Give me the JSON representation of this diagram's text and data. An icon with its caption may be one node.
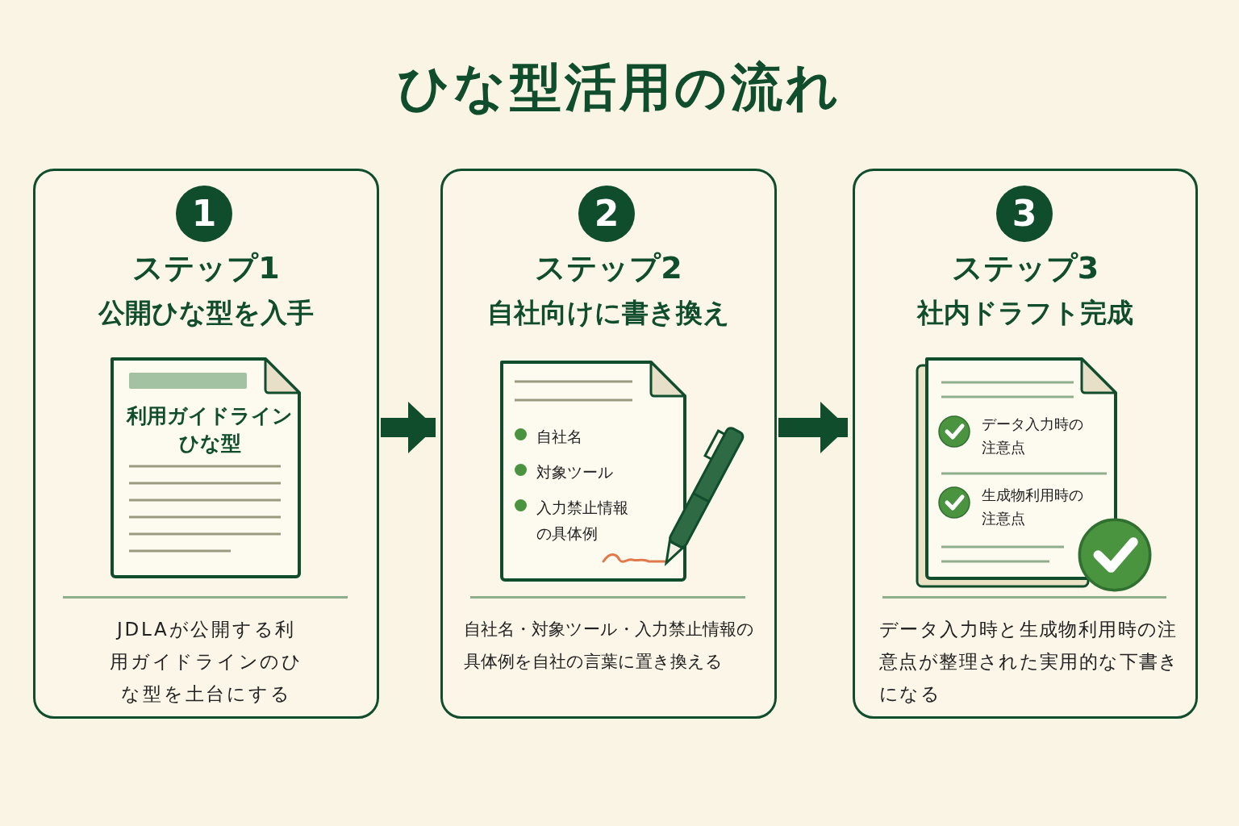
{
  "diagram": {
    "title": "ひな型活用の流れ",
    "nodes": [
      {
        "text": [
          "ステップ1",
          "公開ひな型を入手",
          "JDLAが公開する利用ガイドラインのひな型を土台にする"
        ]
      },
      {
        "text": [
          "1"
        ],
        "in": 0
      },
      {
        "text": [
          "利用ガイドラインひな型"
        ],
        "in": 0
      },
      {
        "text": [
          "ステップ2",
          "自社向けに書き換え",
          "自社名・対象ツール・入力禁止情報の具体例を自社の言葉に置き換える"
        ]
      },
      {
        "text": [
          "2"
        ],
        "in": 3
      },
      {
        "text": [
          "自社名",
          "対象ツール",
          "入力禁止情報の具体例"
        ],
        "in": 3
      },
      {
        "text": [
          "ステップ3",
          "社内ドラフト完成",
          "データ入力時と生成物利用時の注意点が整理された実用的な下書きになる"
        ]
      },
      {
        "text": [
          "3"
        ],
        "in": 6
      },
      {
        "text": [
          "データ入力時の注意点",
          "生成物利用時の注意点"
        ],
        "in": 6
      }
    ],
    "edges": [
      {
        "from": 0,
        "to": 3,
        "arrow": "to"
      },
      {
        "from": 3,
        "to": 6,
        "arrow": "to"
      }
    ]
  }
}
